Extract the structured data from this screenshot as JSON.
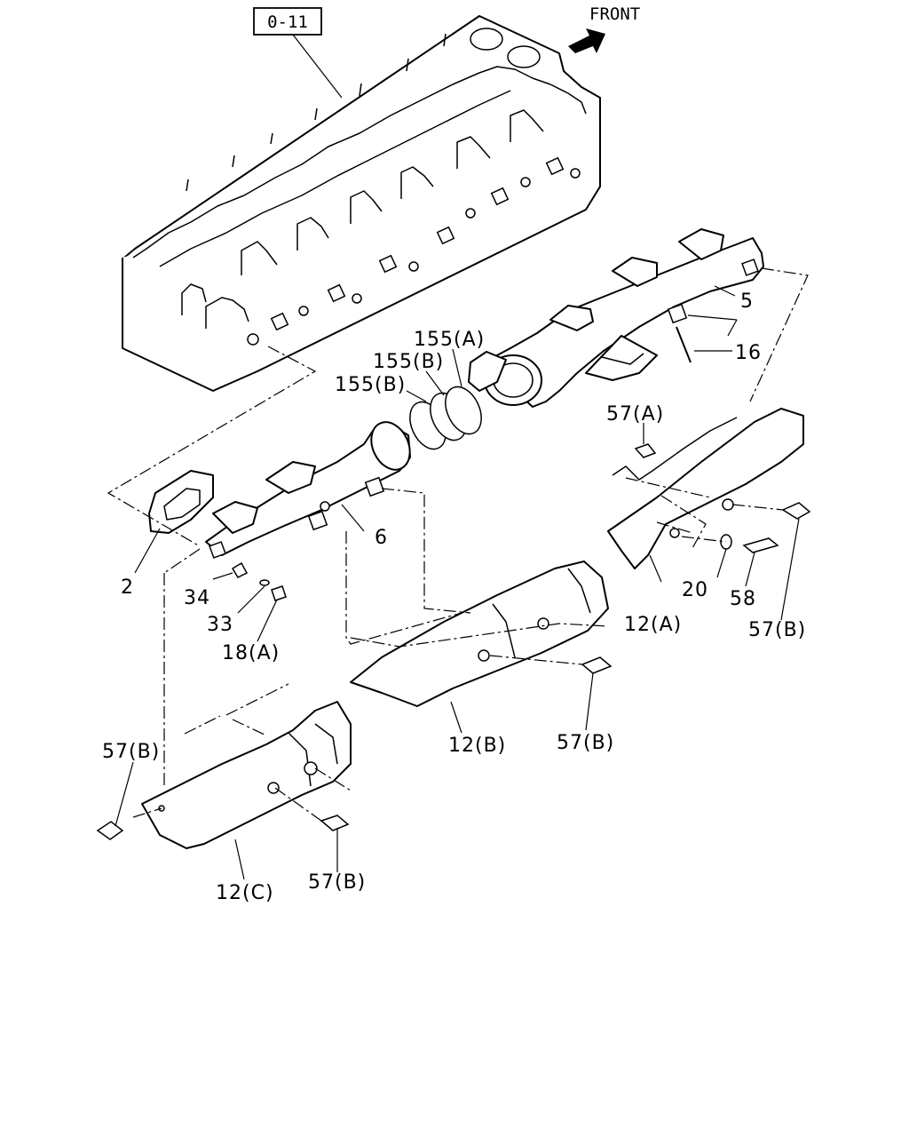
{
  "reference_box": "0-11",
  "front_label": "FRONT",
  "callouts": {
    "c2": "2",
    "c5": "5",
    "c6": "6",
    "c16": "16",
    "c20": "20",
    "c33": "33",
    "c34": "34",
    "c58": "58",
    "c12a": "12(A)",
    "c12b": "12(B)",
    "c12c": "12(C)",
    "c18a": "18(A)",
    "c57a": "57(A)",
    "c57b_right": "57(B)",
    "c57b_center": "57(B)",
    "c57b_left": "57(B)",
    "c57b_bottom": "57(B)",
    "c155a": "155(A)",
    "c155b_1": "155(B)",
    "c155b_2": "155(B)"
  }
}
